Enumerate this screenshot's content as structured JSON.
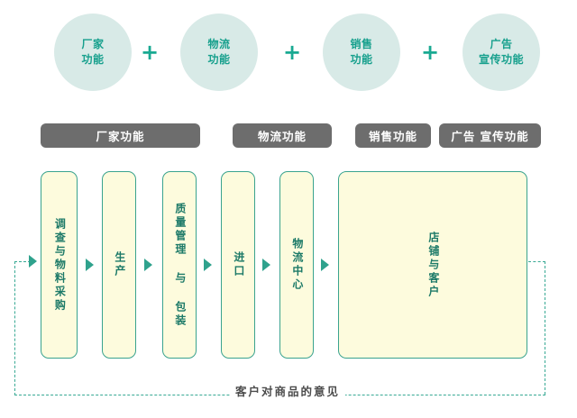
{
  "diagram": {
    "circles": [
      {
        "label": "厂家\n功能",
        "icon": "circle-shape"
      },
      {
        "label": "物流\n功能",
        "icon": "circle-shape"
      },
      {
        "label": "销售\n功能",
        "icon": "circle-shape"
      },
      {
        "label": "广告\n宣传功能",
        "icon": "circle-shape"
      }
    ],
    "plus_signs": [
      "+",
      "+",
      "+"
    ],
    "header_bars": [
      {
        "label": "厂家功能"
      },
      {
        "label": "物流功能"
      },
      {
        "label": "销售功能"
      },
      {
        "label": "广告 宣传功能"
      }
    ],
    "flow_boxes": [
      {
        "label": "调查与物料采购"
      },
      {
        "label": "生产"
      },
      {
        "label": "质量管理 与 包装"
      },
      {
        "label": "进口"
      },
      {
        "label": "物流中心"
      },
      {
        "label": "店铺与客户"
      }
    ],
    "feedback_label": "客户对商品的意见",
    "colors": {
      "circle_fill": "#d8eae7",
      "circle_text": "#17a08d",
      "plus": "#19a992",
      "bar_fill": "#6d6d6d",
      "bar_text": "#ffffff",
      "box_fill": "#fdfbdd",
      "box_border": "#3aa38e",
      "box_text": "#1d7a68",
      "arrow": "#2fa28d",
      "dashed": "#38a994",
      "feedback_text": "#4c4c4c",
      "background": "#ffffff"
    }
  }
}
